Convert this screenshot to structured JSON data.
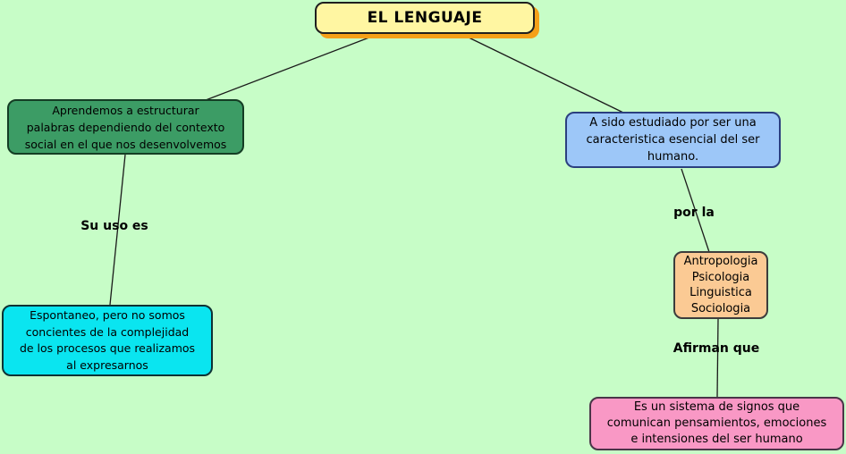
{
  "diagram": {
    "title": "EL LENGUAJE",
    "background_color": "#C7FDC7",
    "connector_color": "#1A1A1A"
  },
  "root_node": {
    "label": "EL LENGUAJE",
    "fill": "#FFF6A2",
    "shadow_color": "#F5A018"
  },
  "nodes": [
    {
      "id": "aprendemos",
      "fill": "#3C9C65",
      "lines": [
        "Aprendemos a estructurar",
        "palabras dependiendo del contexto",
        "social en el que nos desenvolvemos"
      ]
    },
    {
      "id": "estudiado",
      "fill": "#9DC7F8",
      "lines": [
        "A sido estudiado por ser una",
        "caracteristica esencial del ser",
        "humano."
      ]
    },
    {
      "id": "disciplinas",
      "fill": "#FBCA94",
      "lines": [
        "Antropologia",
        "Psicologia",
        "Linguistica",
        "Sociologia"
      ]
    },
    {
      "id": "espontaneo",
      "fill": "#0AE5F0",
      "lines": [
        "Espontaneo, pero no somos",
        "concientes de la complejidad",
        "de los procesos que realizamos",
        "al expresarnos"
      ]
    },
    {
      "id": "sistema_signos",
      "fill": "#F998C5",
      "lines": [
        "Es un sistema de signos que",
        "comunican pensamientos, emociones",
        "e intensiones del ser humano"
      ]
    }
  ],
  "edge_labels": [
    {
      "id": "su_uso_es",
      "text": "Su uso es"
    },
    {
      "id": "por_la",
      "text": "por la"
    },
    {
      "id": "afirman_que",
      "text": "Afirman que"
    }
  ]
}
